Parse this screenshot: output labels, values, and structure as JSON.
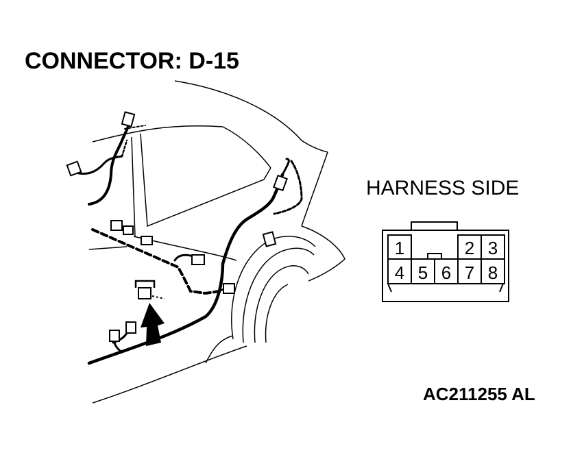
{
  "diagram": {
    "title": "CONNECTOR: D-15",
    "view_label": "HARNESS SIDE",
    "figure_code": "AC211255 AL"
  },
  "connector": {
    "pins": [
      "1",
      "2",
      "3",
      "4",
      "5",
      "6",
      "7",
      "8"
    ]
  }
}
